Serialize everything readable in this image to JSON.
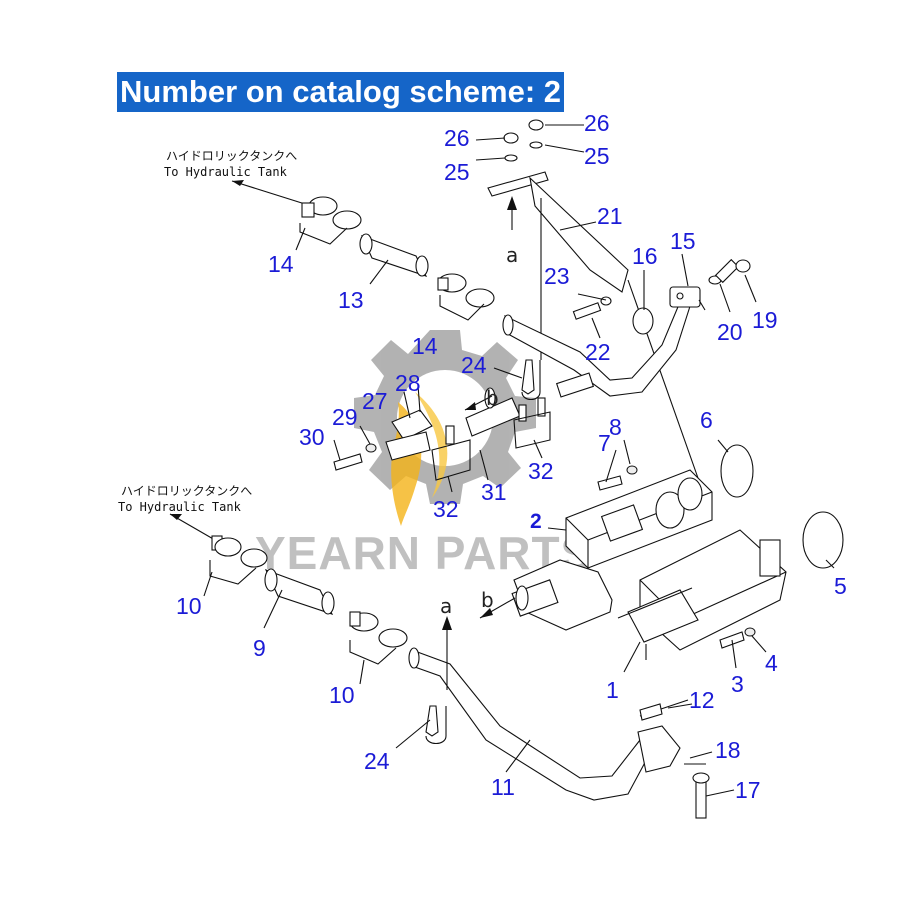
{
  "banner": {
    "title": "Number on catalog scheme: 2"
  },
  "notes": {
    "upper_jp": "ハイドロリックタンクへ",
    "upper_en": "To Hydraulic Tank",
    "lower_jp": "ハイドロリックタンクへ",
    "lower_en": "To Hydraulic Tank"
  },
  "watermark": {
    "text": "YEARN PARTS"
  },
  "arrow_letters": {
    "a_upper": "a",
    "b_upper": "b",
    "a_lower": "a",
    "b_lower": "b"
  },
  "callouts": {
    "c1": "1",
    "c2": "2",
    "c3": "3",
    "c4": "4",
    "c5": "5",
    "c6": "6",
    "c7": "7",
    "c8": "8",
    "c9": "9",
    "c10a": "10",
    "c10b": "10",
    "c11": "11",
    "c12": "12",
    "c13": "13",
    "c14a": "14",
    "c14b": "14",
    "c15": "15",
    "c16": "16",
    "c17": "17",
    "c18": "18",
    "c19": "19",
    "c20": "20",
    "c21": "21",
    "c22": "22",
    "c23": "23",
    "c24a": "24",
    "c24b": "24",
    "c25a": "25",
    "c25b": "25",
    "c26a": "26",
    "c26b": "26",
    "c27": "27",
    "c28": "28",
    "c29": "29",
    "c30": "30",
    "c31": "31",
    "c32a": "32",
    "c32b": "32"
  },
  "colors": {
    "banner_bg": "#1565c8",
    "callout_text": "#1b1bd6",
    "logo_gear": "#808080",
    "logo_flame": "#f5b418"
  }
}
